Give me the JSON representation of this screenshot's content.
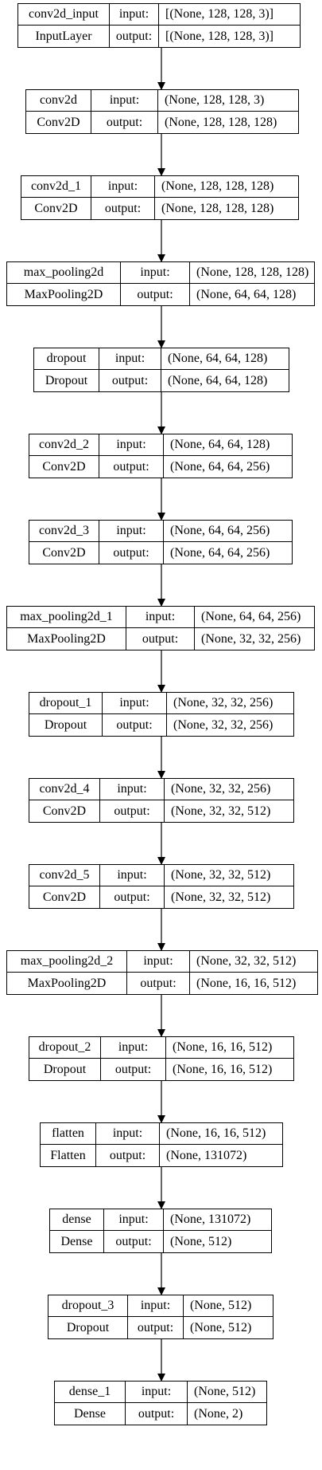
{
  "diagram": {
    "colors": {
      "stroke": "#000000",
      "background": "#ffffff"
    },
    "field_labels": {
      "input": "input:",
      "output": "output:"
    },
    "layers": [
      {
        "name": "conv2d_input",
        "type": "InputLayer",
        "input": "[(None, 128, 128, 3)]",
        "output": "[(None, 128, 128, 3)]"
      },
      {
        "name": "conv2d",
        "type": "Conv2D",
        "input": "(None, 128, 128, 3)",
        "output": "(None, 128, 128, 128)"
      },
      {
        "name": "conv2d_1",
        "type": "Conv2D",
        "input": "(None, 128, 128, 128)",
        "output": "(None, 128, 128, 128)"
      },
      {
        "name": "max_pooling2d",
        "type": "MaxPooling2D",
        "input": "(None, 128, 128, 128)",
        "output": "(None, 64, 64, 128)"
      },
      {
        "name": "dropout",
        "type": "Dropout",
        "input": "(None, 64, 64, 128)",
        "output": "(None, 64, 64, 128)"
      },
      {
        "name": "conv2d_2",
        "type": "Conv2D",
        "input": "(None, 64, 64, 128)",
        "output": "(None, 64, 64, 256)"
      },
      {
        "name": "conv2d_3",
        "type": "Conv2D",
        "input": "(None, 64, 64, 256)",
        "output": "(None, 64, 64, 256)"
      },
      {
        "name": "max_pooling2d_1",
        "type": "MaxPooling2D",
        "input": "(None, 64, 64, 256)",
        "output": "(None, 32, 32, 256)"
      },
      {
        "name": "dropout_1",
        "type": "Dropout",
        "input": "(None, 32, 32, 256)",
        "output": "(None, 32, 32, 256)"
      },
      {
        "name": "conv2d_4",
        "type": "Conv2D",
        "input": "(None, 32, 32, 256)",
        "output": "(None, 32, 32, 512)"
      },
      {
        "name": "conv2d_5",
        "type": "Conv2D",
        "input": "(None, 32, 32, 512)",
        "output": "(None, 32, 32, 512)"
      },
      {
        "name": "max_pooling2d_2",
        "type": "MaxPooling2D",
        "input": "(None, 32, 32, 512)",
        "output": "(None, 16, 16, 512)"
      },
      {
        "name": "dropout_2",
        "type": "Dropout",
        "input": "(None, 16, 16, 512)",
        "output": "(None, 16, 16, 512)"
      },
      {
        "name": "flatten",
        "type": "Flatten",
        "input": "(None, 16, 16, 512)",
        "output": "(None, 131072)"
      },
      {
        "name": "dense",
        "type": "Dense",
        "input": "(None, 131072)",
        "output": "(None, 512)"
      },
      {
        "name": "dropout_3",
        "type": "Dropout",
        "input": "(None, 512)",
        "output": "(None, 512)"
      },
      {
        "name": "dense_1",
        "type": "Dense",
        "input": "(None, 512)",
        "output": "(None, 2)"
      }
    ]
  }
}
